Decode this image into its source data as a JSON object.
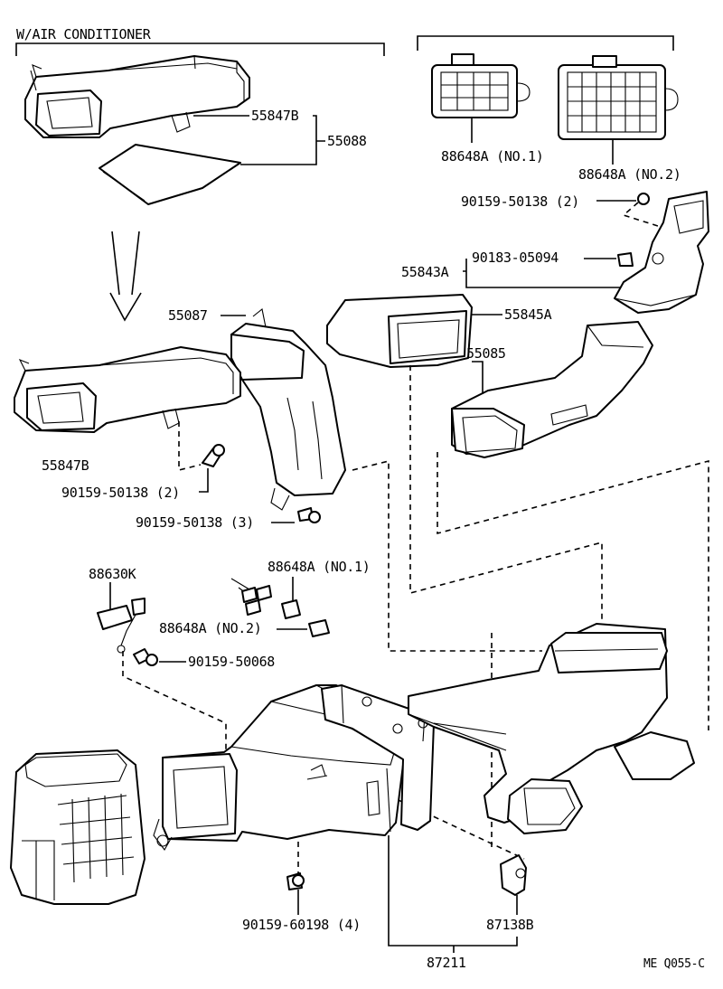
{
  "header": {
    "variant": "W/AIR CONDITIONER",
    "drawing_code": "ME Q055-C"
  },
  "parts": {
    "p55847b_top": "55847B",
    "p55088": "55088",
    "p88648a_no1_top": "88648A (NO.1)",
    "p88648a_no2_top": "88648A (NO.2)",
    "p90159_50138_2_top": "90159-50138 (2)",
    "p90183_05094": "90183-05094",
    "p55843a": "55843A",
    "p55087": "55087",
    "p55845a": "55845A",
    "p55085": "55085",
    "p55847b_mid": "55847B",
    "p90159_50138_2_mid": "90159-50138 (2)",
    "p90159_50138_3": "90159-50138 (3)",
    "p88630k": "88630K",
    "p88648a_no1_mid": "88648A (NO.1)",
    "p88648a_no2_mid": "88648A (NO.2)",
    "p90159_50068": "90159-50068",
    "p90159_60198_4": "90159-60198 (4)",
    "p87138b": "87138B",
    "p87211": "87211"
  },
  "icons": {
    "direction_arrow": "down-arrow-icon"
  }
}
